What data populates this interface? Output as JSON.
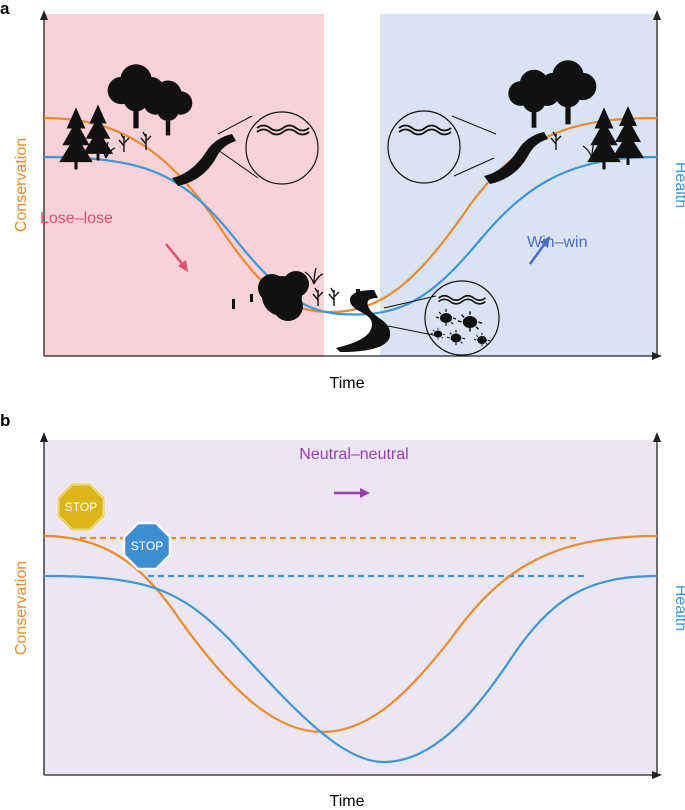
{
  "colors": {
    "conservation": "#ea8b2c",
    "health": "#3c97d4",
    "lose_bg": "#f8d1d9",
    "win_bg": "#dae3f3",
    "neutral_bg": "#ece5f3",
    "lose_text": "#e0506a",
    "win_text": "#4a6fc4",
    "neutral_text": "#9a3fb0",
    "stop_yellow": "#ddb519",
    "stop_blue": "#3e8fd2"
  },
  "panel_a": {
    "letter": "a",
    "x_axis_label": "Time",
    "left_axis_label": "Conservation",
    "right_axis_label": "Health",
    "lose_label": "Lose–lose",
    "win_label": "Win–win"
  },
  "panel_b": {
    "letter": "b",
    "x_axis_label": "Time",
    "left_axis_label": "Conservation",
    "right_axis_label": "Health",
    "neutral_label": "Neutral–neutral",
    "stop_label_1": "STOP",
    "stop_label_2": "STOP"
  },
  "icons": [
    "forest-icon",
    "river-icon",
    "water-magnifier-icon",
    "degraded-forest-icon",
    "pathogen-magnifier-icon",
    "stop-sign-icon",
    "trend-arrow-icon"
  ]
}
